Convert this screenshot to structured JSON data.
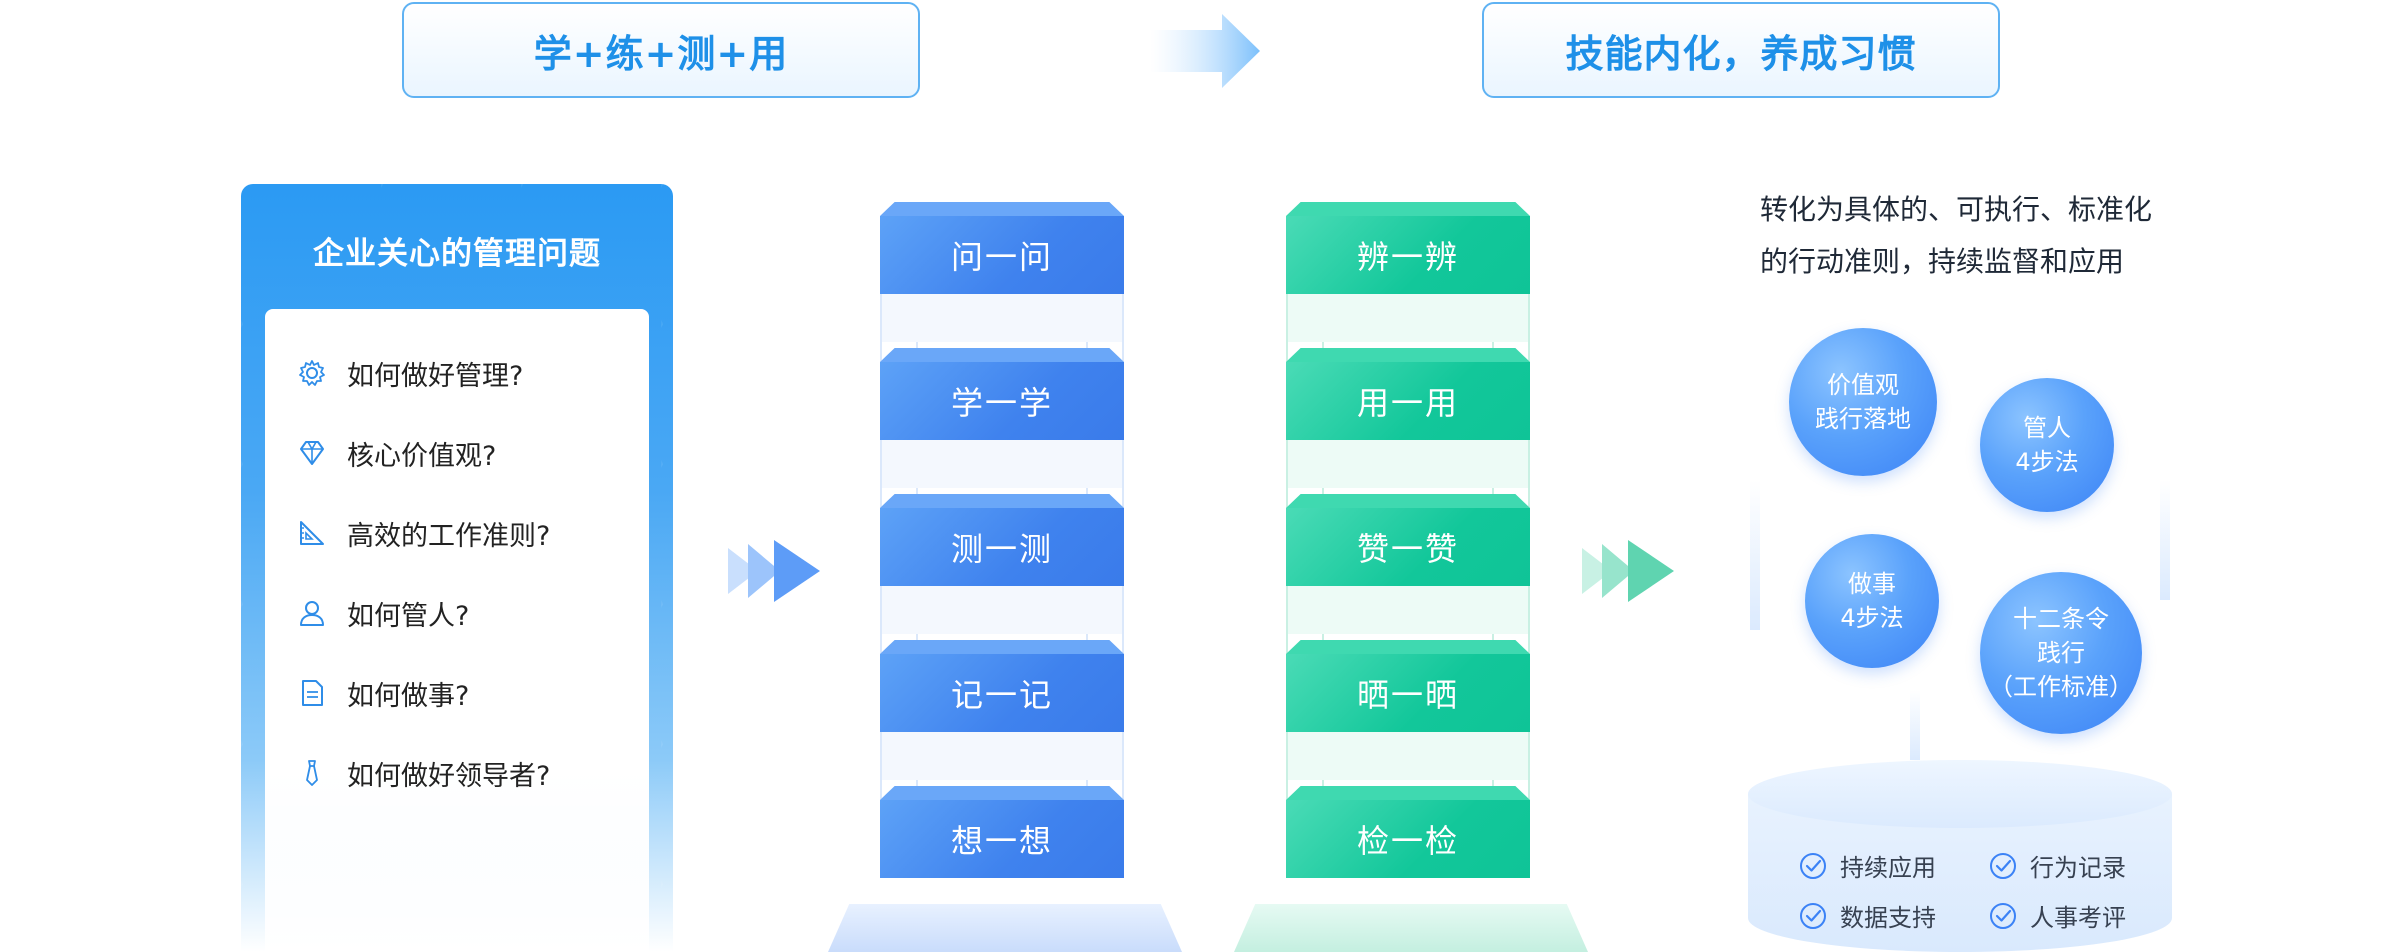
{
  "header": {
    "left_title": "学+练+测+用",
    "right_title": "技能内化，养成习惯"
  },
  "left_card": {
    "title": "企业关心的管理问题",
    "items": [
      {
        "icon": "gear-icon",
        "label": "如何做好管理?"
      },
      {
        "icon": "diamond-icon",
        "label": "核心价值观?"
      },
      {
        "icon": "ruler-triangle-icon",
        "label": "高效的工作准则?"
      },
      {
        "icon": "person-icon",
        "label": "如何管人?"
      },
      {
        "icon": "document-icon",
        "label": "如何做事?"
      },
      {
        "icon": "tie-icon",
        "label": "如何做好领导者?"
      }
    ]
  },
  "tower_blue": {
    "floors": [
      "问一问",
      "学一学",
      "测一测",
      "记一记",
      "想一想"
    ]
  },
  "tower_green": {
    "floors": [
      "辨一辨",
      "用一用",
      "赞一赞",
      "晒一晒",
      "检一检"
    ]
  },
  "right": {
    "description_lines": [
      "转化为具体的、可执行、标准化",
      "的行动准则，持续监督和应用"
    ],
    "circles": [
      {
        "lines": [
          "价值观",
          "践行落地"
        ]
      },
      {
        "lines": [
          "管人",
          "4步法"
        ]
      },
      {
        "lines": [
          "做事",
          "4步法"
        ]
      },
      {
        "lines": [
          "十二条令",
          "践行",
          "（工作标准）"
        ]
      }
    ],
    "checks": [
      "持续应用",
      "行为记录",
      "数据支持",
      "人事考评"
    ]
  },
  "colors": {
    "accent_blue": "#1e90e8",
    "tower_blue": "#3f82ee",
    "tower_green": "#12c79a",
    "circle_blue": "#5aa2fb"
  }
}
